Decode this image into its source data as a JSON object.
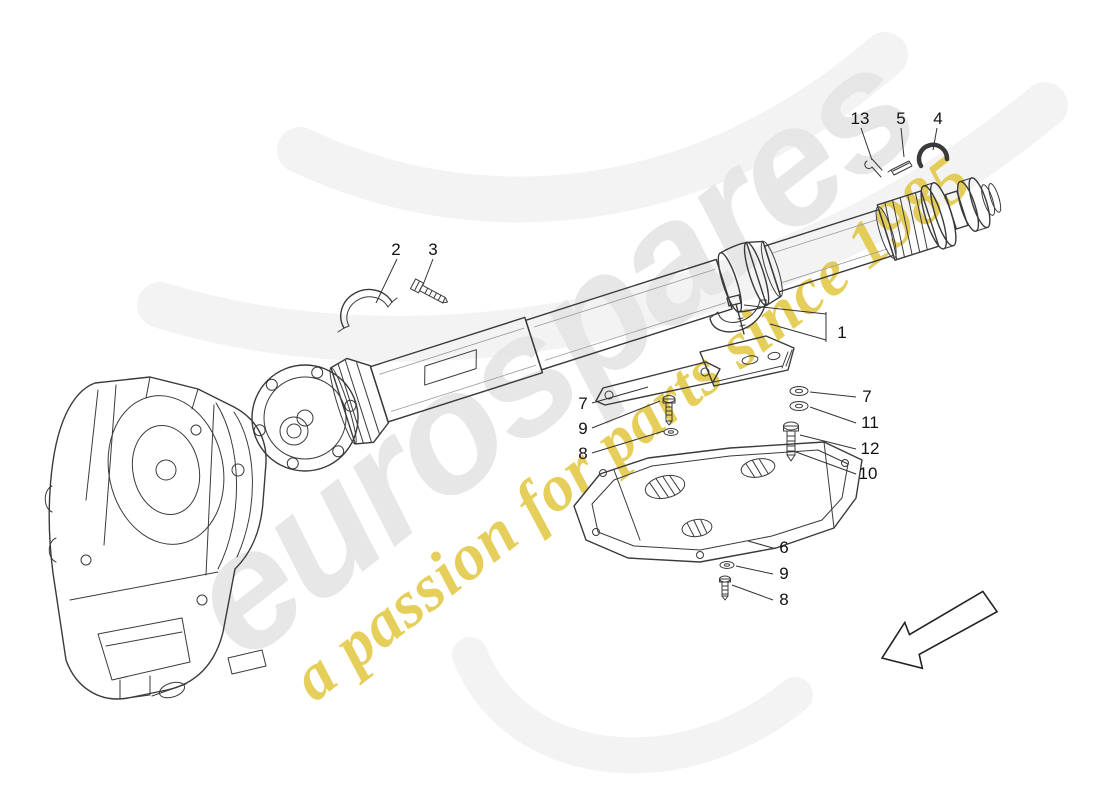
{
  "watermark": {
    "brand": "eurospares",
    "tagline": "a passion for parts since 1985",
    "brand_color": "#e4e4e4",
    "tagline_color": "#dfc02c",
    "swoosh_color": "#f0f0f0"
  },
  "diagram": {
    "line_color": "#3a3a3a",
    "label_color": "#111111"
  },
  "callouts": {
    "c13": "13",
    "c5": "5",
    "c4": "4",
    "c2": "2",
    "c3": "3",
    "c1": "1",
    "c7_left": "7",
    "c9_left": "9",
    "c8_left": "8",
    "c7_right": "7",
    "c11": "11",
    "c12": "12",
    "c10": "10",
    "c6": "6",
    "c9_bottom": "9",
    "c8_bottom": "8"
  }
}
